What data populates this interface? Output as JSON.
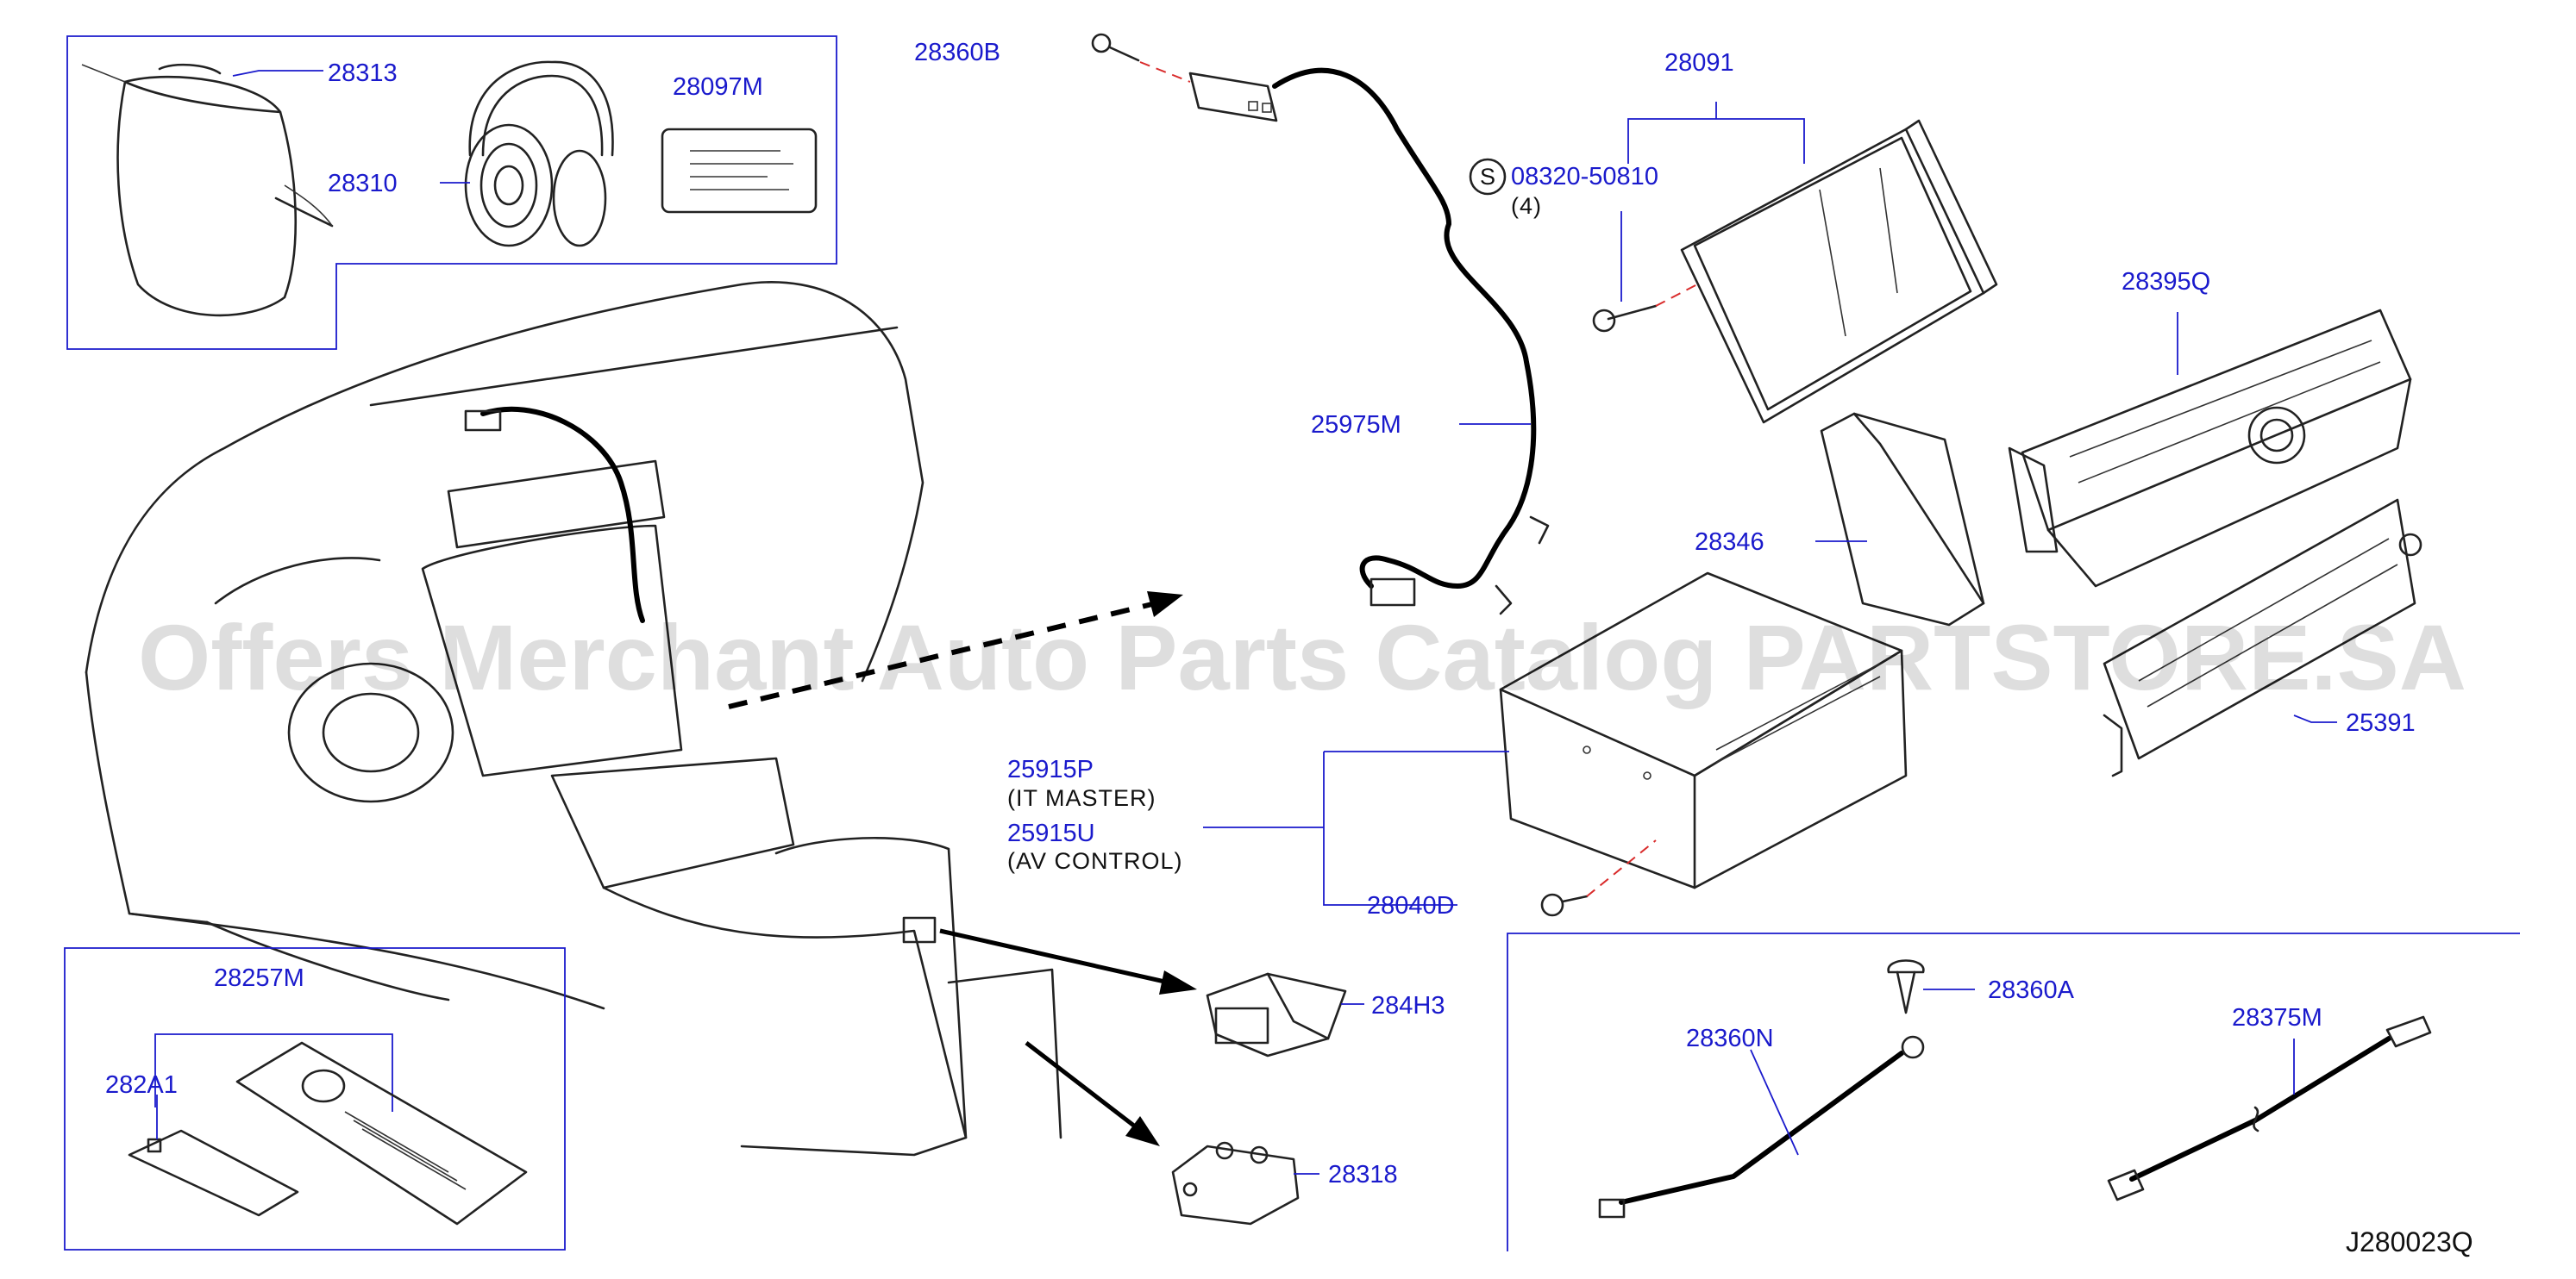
{
  "labels": {
    "p28313": "28313",
    "p28310": "28310",
    "p28097M": "28097M",
    "p28360B": "28360B",
    "p28091": "28091",
    "p08320": "08320-50810",
    "s_mark": "S",
    "qty4": "(4)",
    "p28395Q": "28395Q",
    "p25975M": "25975M",
    "p28346": "28346",
    "p25391": "25391",
    "p25915P": "25915P",
    "it_master": "(IT MASTER)",
    "p25915U": "25915U",
    "av_control": "(AV CONTROL)",
    "p28040D": "28040D",
    "p28257M": "28257M",
    "p282A1": "282A1",
    "p284H3": "284H3",
    "p28318": "28318",
    "p28360A": "28360A",
    "p28360N": "28360N",
    "p28375M": "28375M"
  },
  "diagram_code": "J280023Q",
  "watermark": "Offers Merchant Auto Parts Catalog PARTSTORE.SA",
  "colors": {
    "label": "#1a1acc",
    "line": "#222222",
    "guide": "#d92b2b"
  }
}
